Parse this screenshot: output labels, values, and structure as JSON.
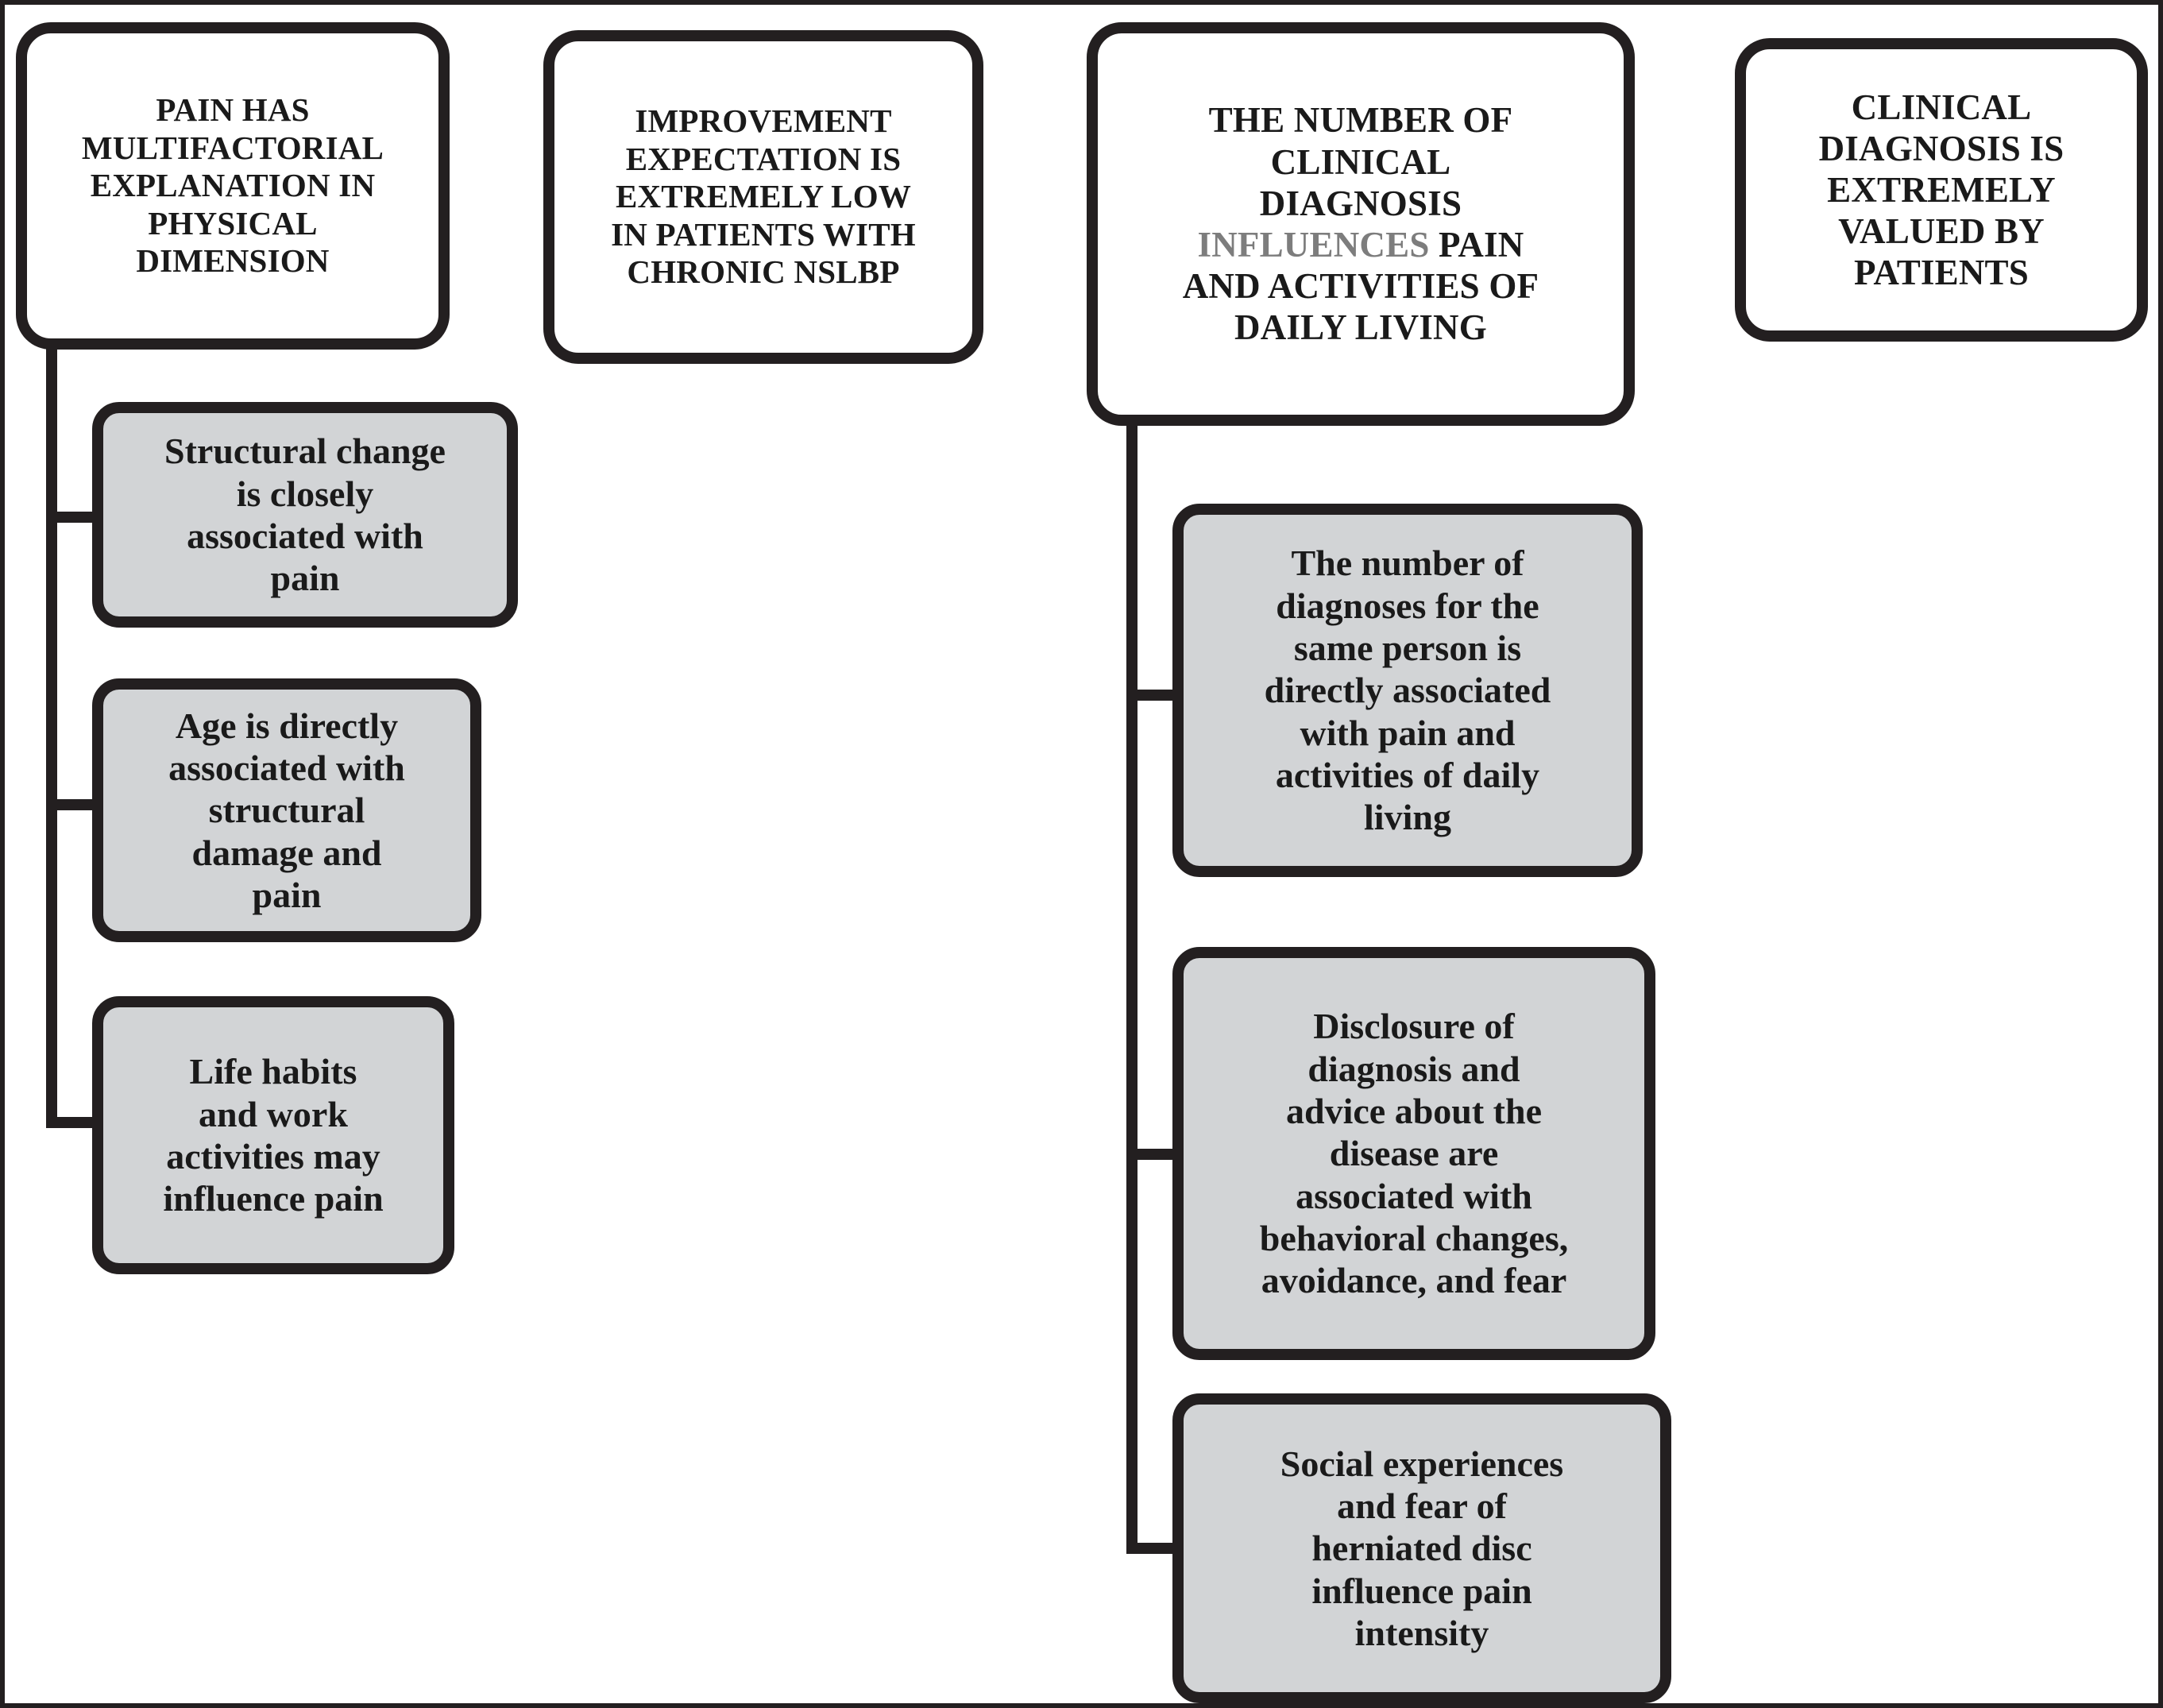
{
  "diagram": {
    "title_note": "Flowchart of themes about non-specific low back pain beliefs",
    "colors": {
      "line": "#231f20",
      "child_fill": "#d2d4d6",
      "header_fill": "#ffffff",
      "text": "#1a1a1a",
      "highlight_grey": "#7d7d7d"
    },
    "columns": [
      {
        "id": "column-pain-multifactorial",
        "header": {
          "id": "header-pain-multifactorial",
          "text": "PAIN HAS\nMULTIFACTORIAL\nEXPLANATION IN\nPHYSICAL\nDIMENSION"
        },
        "children": [
          {
            "id": "child-structural-change",
            "text": "Structural change\nis closely\nassociated with\npain"
          },
          {
            "id": "child-age-structural-damage",
            "text": "Age is directly\nassociated with\nstructural\ndamage and\npain"
          },
          {
            "id": "child-life-habits-work",
            "text": "Life habits\nand work\nactivities may\ninfluence pain"
          }
        ]
      },
      {
        "id": "column-improvement-expectation",
        "header": {
          "id": "header-improvement-expectation",
          "text": "IMPROVEMENT\nEXPECTATION IS\nEXTREMELY LOW\nIN PATIENTS WITH\nCHRONIC NSLBP"
        },
        "children": []
      },
      {
        "id": "column-number-of-diagnosis",
        "header": {
          "id": "header-number-of-diagnosis",
          "text_before": "THE NUMBER OF\nCLINICAL\nDIAGNOSIS\n",
          "text_highlight": "INFLUENCES",
          "text_after": " PAIN\nAND ACTIVITIES OF\nDAILY LIVING"
        },
        "children": [
          {
            "id": "child-number-of-diagnoses",
            "text": "The number of\ndiagnoses for the\nsame person is\ndirectly associated\nwith pain and\nactivities of daily\nliving"
          },
          {
            "id": "child-disclosure-of-diagnosis",
            "text": "Disclosure of\ndiagnosis and\nadvice about the\ndisease are\nassociated with\nbehavioral changes,\navoidance, and fear"
          },
          {
            "id": "child-social-experiences",
            "text": "Social experiences\nand fear of\nherniated disc\ninfluence pain\nintensity"
          }
        ]
      },
      {
        "id": "column-clinical-diagnosis-valued",
        "header": {
          "id": "header-clinical-diagnosis-valued",
          "text": "CLINICAL\nDIAGNOSIS IS\nEXTREMELY\nVALUED BY\nPATIENTS"
        },
        "children": []
      }
    ]
  }
}
